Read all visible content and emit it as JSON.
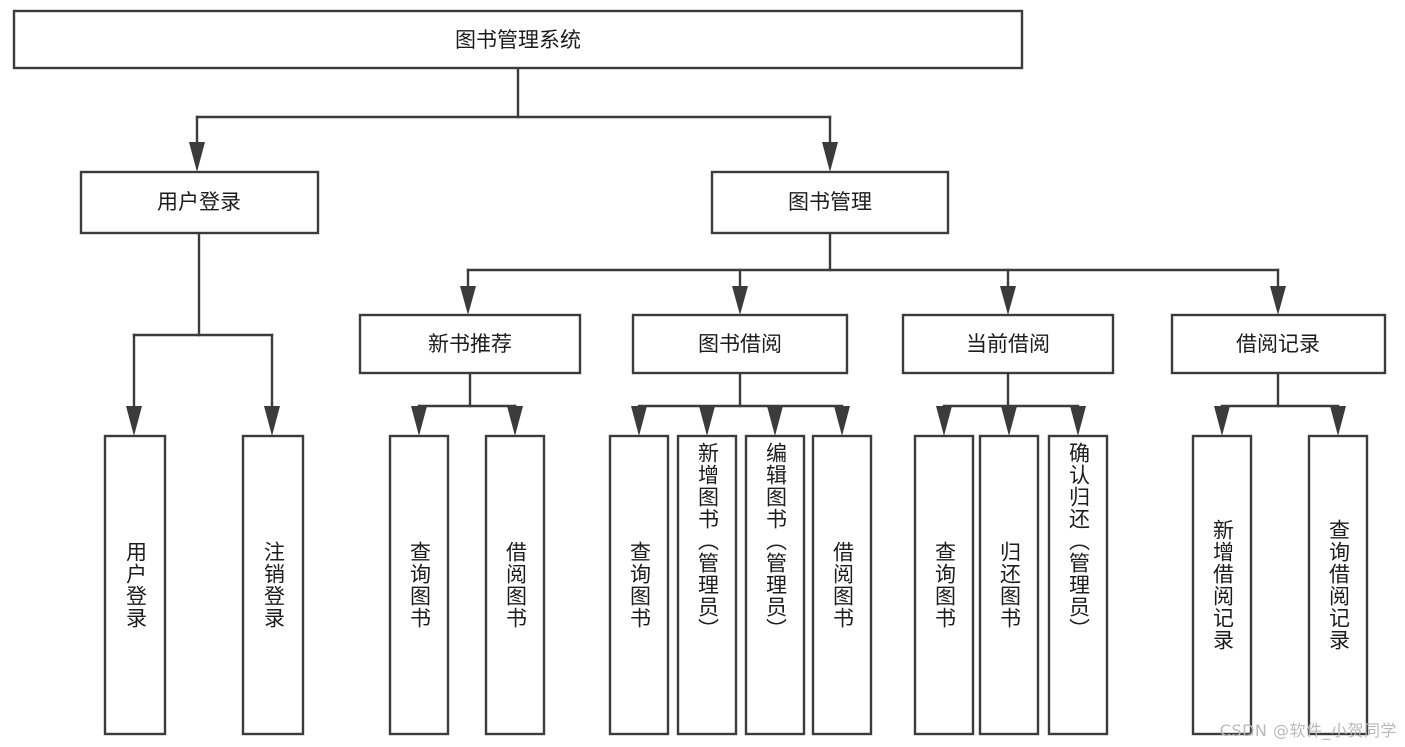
{
  "diagram": {
    "type": "tree-hierarchy",
    "title": "图书管理系统",
    "root": {
      "label": "图书管理系统",
      "level": 0
    },
    "level1": [
      {
        "label": "用户登录"
      },
      {
        "label": "图书管理"
      }
    ],
    "level2": [
      {
        "label": "新书推荐",
        "parent": "图书管理"
      },
      {
        "label": "图书借阅",
        "parent": "图书管理"
      },
      {
        "label": "当前借阅",
        "parent": "图书管理"
      },
      {
        "label": "借阅记录",
        "parent": "图书管理"
      }
    ],
    "leaves_user_login": [
      {
        "label": "用户登录"
      },
      {
        "label": "注销登录"
      }
    ],
    "leaves_new_book": [
      {
        "label": "查询图书"
      },
      {
        "label": "借阅图书"
      }
    ],
    "leaves_borrow": [
      {
        "label": "查询图书"
      },
      {
        "label": "新增图书（管理员）"
      },
      {
        "label": "编辑图书（管理员）"
      },
      {
        "label": "借阅图书"
      }
    ],
    "leaves_current": [
      {
        "label": "查询图书"
      },
      {
        "label": "归还图书"
      },
      {
        "label": "确认归还（管理员）"
      }
    ],
    "leaves_records": [
      {
        "label": "新增借阅记录"
      },
      {
        "label": "查询借阅记录"
      }
    ],
    "colors": {
      "box_border": "#3b3b3b",
      "box_fill": "#ffffff",
      "connector": "#3b3b3b",
      "text": "#1c1c1c",
      "background": "#ffffff",
      "watermark": "#b9b9b9"
    }
  },
  "watermark": {
    "text": "CSDN @软件_小贺同学"
  }
}
